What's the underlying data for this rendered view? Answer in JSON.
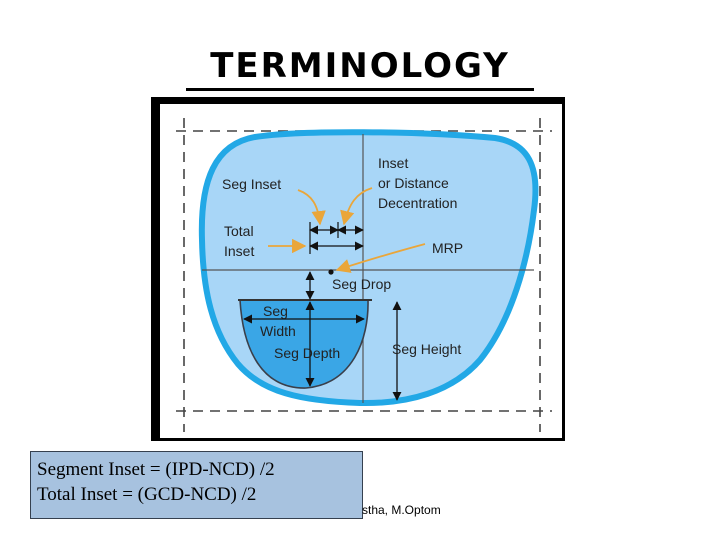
{
  "slide": {
    "title": "TERMINOLOGY",
    "credit": "stha, M.Optom"
  },
  "diagram": {
    "labels": {
      "seg_inset": "Seg Inset",
      "inset_line1": "Inset",
      "inset_line2": "or Distance",
      "inset_line3": "Decentration",
      "total_line1": "Total",
      "total_line2": "Inset",
      "mrp": "MRP",
      "seg_drop": "Seg Drop",
      "seg_width_line1": "Seg",
      "seg_width_line2": "Width",
      "seg_depth": "Seg Depth",
      "seg_height": "Seg Height"
    },
    "colors": {
      "lens_fill": "#a8d6f7",
      "lens_stroke": "#22a8e6",
      "segment_fill": "#3aa6e6",
      "pointer_arrow": "#eaa63a",
      "frame_bg": "#000000"
    }
  },
  "formulas": {
    "segment_inset": "Segment Inset = (IPD-NCD) /2",
    "total_inset": "Total Inset = (GCD-NCD) /2"
  }
}
